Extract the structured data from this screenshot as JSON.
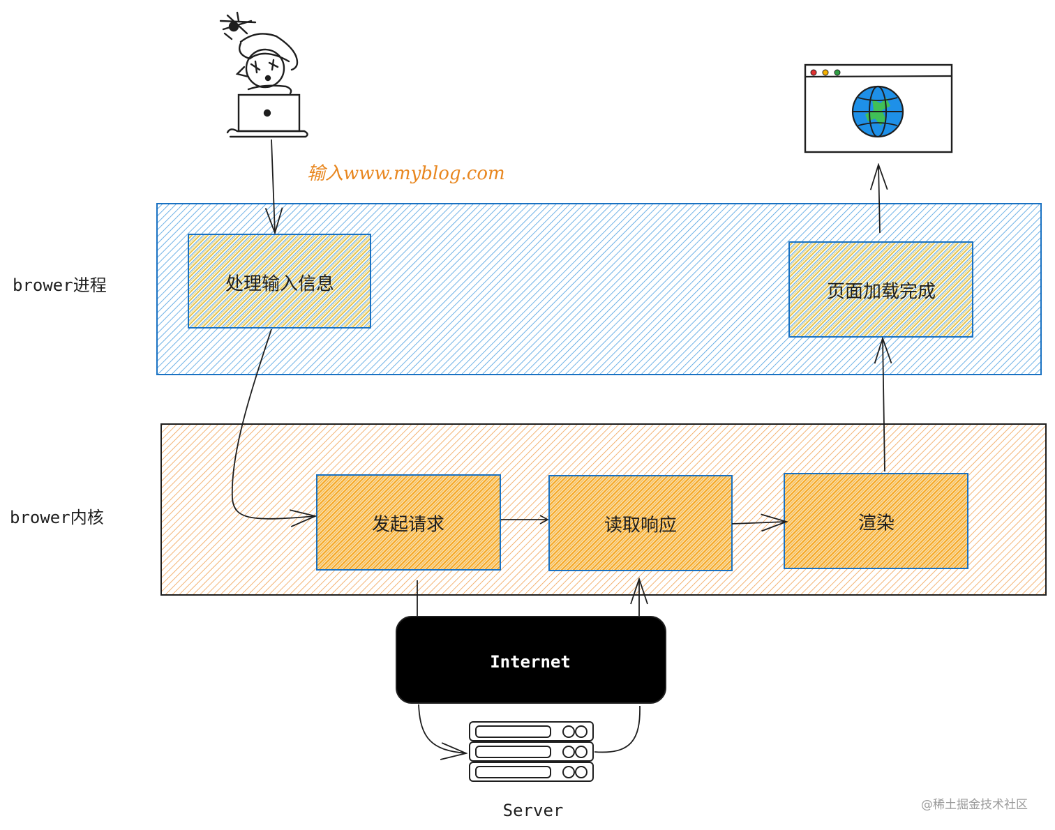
{
  "colors": {
    "ink": "#1e1e1e",
    "process_lane_stroke": "#1971c2",
    "process_lane_hatch": "#4a9ee0",
    "kernel_lane_stroke": "#1e1e1e",
    "kernel_lane_hatch": "#f0a050",
    "step_box_stroke": "#1971c2",
    "step_box_hatch_process": "#e6c34a",
    "step_box_hatch_kernel": "#f5a623",
    "input_note": "#e8861e",
    "internet_fill": "#000000",
    "globe_blue": "#1e90e8",
    "globe_green": "#40c057",
    "dot_red": "#e03131",
    "dot_yellow": "#f5b000",
    "dot_green": "#2f9e44",
    "watermark": "#9a9a9a"
  },
  "actors": {
    "user": {
      "icon": "user-at-laptop-icon"
    },
    "browser_window": {
      "icon": "browser-window-globe-icon"
    },
    "server": {
      "icon": "server-rack-icon",
      "label": "Server"
    }
  },
  "input_note": "输入www.myblog.com",
  "lanes": [
    {
      "id": "browser-process",
      "label": "brower进程"
    },
    {
      "id": "browser-kernel",
      "label": "brower内核"
    }
  ],
  "steps": {
    "process_input": "处理输入信息",
    "page_loaded": "页面加载完成",
    "send_request": "发起请求",
    "read_response": "读取响应",
    "render": "渲染"
  },
  "internet": {
    "label": "Internet"
  },
  "flow": [
    {
      "from": "user",
      "to": "process_input"
    },
    {
      "from": "process_input",
      "to": "send_request"
    },
    {
      "from": "send_request",
      "to": "internet"
    },
    {
      "from": "internet",
      "to": "server"
    },
    {
      "from": "server",
      "to": "internet"
    },
    {
      "from": "internet",
      "to": "read_response"
    },
    {
      "from": "send_request",
      "to": "read_response"
    },
    {
      "from": "read_response",
      "to": "render"
    },
    {
      "from": "render",
      "to": "page_loaded"
    },
    {
      "from": "page_loaded",
      "to": "browser_window"
    }
  ],
  "watermark": "@稀土掘金技术社区"
}
